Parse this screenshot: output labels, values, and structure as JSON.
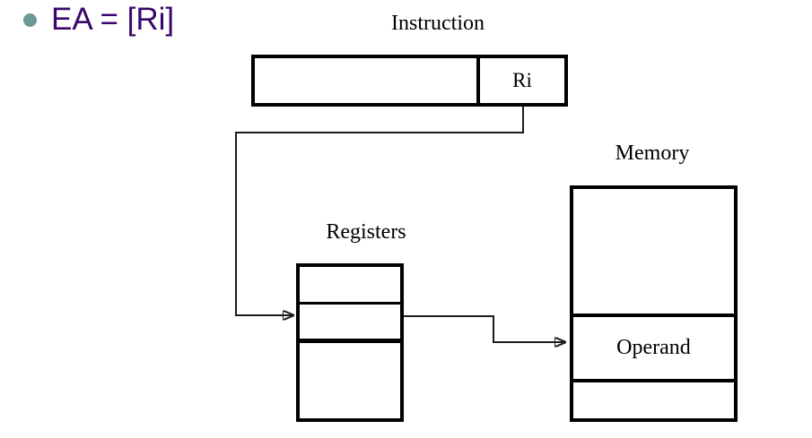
{
  "title": {
    "text": "EA = [Ri]",
    "text_color": "#38076b",
    "bullet_icon": "circle-bullet",
    "bullet_color": "#6d9999"
  },
  "diagram": {
    "instruction_label": "Instruction",
    "ri_field_label": "Ri",
    "registers_label": "Registers",
    "memory_label": "Memory",
    "operand_label": "Operand",
    "box_border_color": "#000000",
    "line_color": "#1c1c1c",
    "arrows": [
      "instruction-ri-field to registers-second-row",
      "registers-second-row to memory-operand-row"
    ]
  }
}
